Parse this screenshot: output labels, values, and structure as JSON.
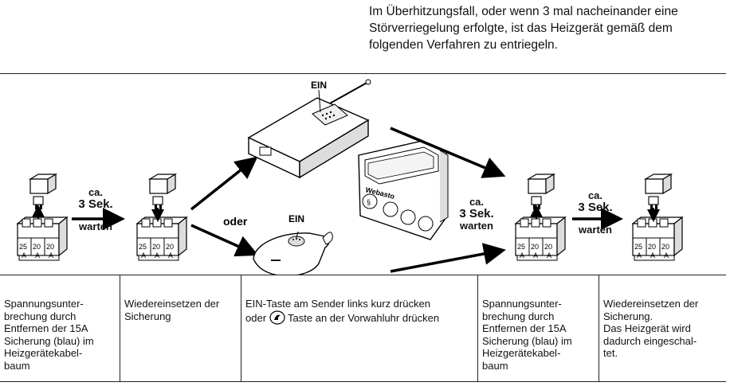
{
  "intro": {
    "line1": "Im Überhitzungsfall, oder wenn 3 mal nacheinander eine",
    "line2": "Störverriegelung erfolgte, ist das Heizgerät gemäß dem",
    "line3": "folgenden Verfahren zu entriegeln."
  },
  "illustration": {
    "wait1_ca": "ca.",
    "wait1_sek": "3 Sek.",
    "wait1_warten": "warten",
    "oder": "oder",
    "ein_top": "EIN",
    "ein_bottom": "EIN",
    "wait2_ca": "ca.",
    "wait2_sek": "3 Sek.",
    "wait2_warten": "warten",
    "wait3_ca": "ca.",
    "wait3_sek": "3 Sek.",
    "wait3_warten": "warten",
    "timer_brand": "Webasto",
    "fuse_digits": [
      "25",
      "20",
      "20"
    ],
    "fuse_letters": [
      "A",
      "A",
      "A"
    ]
  },
  "steps": [
    {
      "lines": [
        "Spannungsunter-",
        "brechung durch",
        "Entfernen der 15A",
        "Sicherung (blau) im",
        "Heizgerätekabel-",
        "baum"
      ]
    },
    {
      "lines": [
        "Wiedereinsetzen der",
        "Sicherung"
      ]
    },
    {
      "line1": "EIN-Taste am Sender links kurz drücken",
      "line2_pre": "oder",
      "line2_post": "Taste an der Vorwahluhr drücken"
    },
    {
      "lines": [
        "Spannungsunter-",
        "brechung durch",
        "Entfernen der 15A",
        "Sicherung (blau) im",
        "Heizgerätekabel-",
        "baum"
      ]
    },
    {
      "lines": [
        "Wiedereinsetzen der",
        "Sicherung.",
        "Das Heizgerät wird",
        "dadurch eingeschal-",
        "tet."
      ]
    }
  ]
}
